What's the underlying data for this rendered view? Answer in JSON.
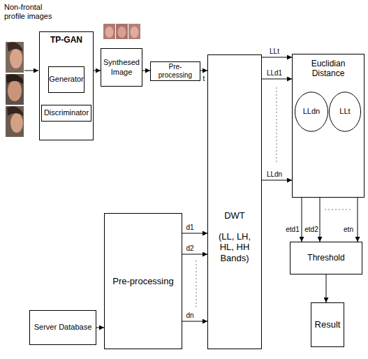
{
  "diagram": {
    "nodes": [
      {
        "text": [
          "TP-GAN"
        ]
      },
      {
        "text": [
          "Generator"
        ],
        "in": 0
      },
      {
        "text": [
          "Discriminator"
        ],
        "in": 0
      },
      {
        "text": [
          "Synthesed Image"
        ]
      },
      {
        "text": [
          "Pre-processing"
        ]
      },
      {
        "text": [
          "DWT",
          "(LL, LH, HL, HH Bands)"
        ]
      },
      {
        "text": [
          "Euclidian Distance"
        ]
      },
      {
        "text": [
          "LLdn"
        ],
        "in": 6
      },
      {
        "text": [
          "LLt"
        ],
        "in": 6
      },
      {
        "text": [
          "Server Database"
        ]
      },
      {
        "text": [
          "Pre-processing"
        ]
      },
      {
        "text": [
          "Threshold"
        ]
      },
      {
        "text": [
          "Result"
        ]
      }
    ],
    "edges": [
      {
        "from": 0,
        "to": 3,
        "arrow": "to"
      },
      {
        "from": 3,
        "to": 4,
        "arrow": "to"
      },
      {
        "from": 4,
        "to": 5,
        "label": "t",
        "arrow": "to"
      },
      {
        "from": 9,
        "to": 10,
        "arrow": "to"
      },
      {
        "from": 10,
        "to": 5,
        "label": "d1",
        "arrow": "to"
      },
      {
        "from": 10,
        "to": 5,
        "label": "d2",
        "arrow": "to"
      },
      {
        "from": 10,
        "to": 5,
        "label": "dn",
        "arrow": "to"
      },
      {
        "from": 5,
        "to": 6,
        "label": "LLt",
        "arrow": "to"
      },
      {
        "from": 5,
        "to": 6,
        "label": "LLd1",
        "arrow": "to"
      },
      {
        "from": 5,
        "to": 6,
        "label": "LLdn",
        "arrow": "to"
      },
      {
        "from": 6,
        "to": 11,
        "label": "etd1",
        "arrow": "to"
      },
      {
        "from": 6,
        "to": 11,
        "label": "etd2",
        "arrow": "to"
      },
      {
        "from": 6,
        "to": 11,
        "label": "etn",
        "arrow": "to"
      },
      {
        "from": 11,
        "to": 12,
        "arrow": "to"
      }
    ],
    "labels": [
      "Non-frontal profile images"
    ]
  }
}
